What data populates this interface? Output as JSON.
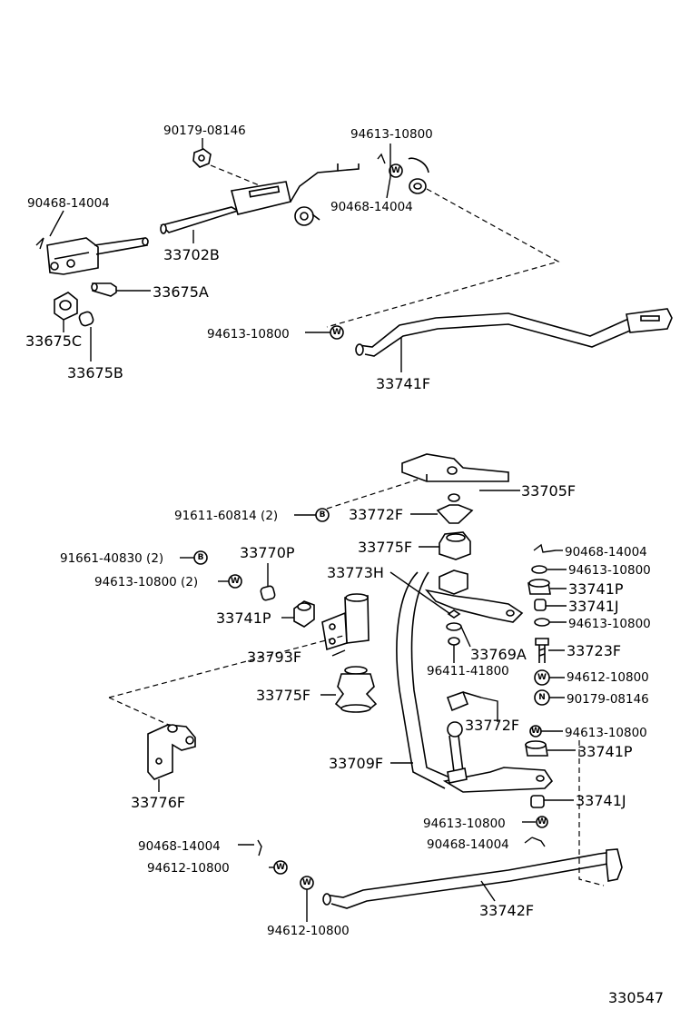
{
  "diagram_id": "330547",
  "symbols": {
    "W": "W",
    "B": "B",
    "N": "N"
  },
  "labels": {
    "p90179_08146_top": "90179-08146",
    "p94613_10800_topright": "94613-10800",
    "p90468_14004_left": "90468-14004",
    "p90468_14004_topright": "90468-14004",
    "p33702B": "33702B",
    "p33675A": "33675A",
    "p33675C": "33675C",
    "p33675B": "33675B",
    "p94613_10800_mid": "94613-10800",
    "p33741F": "33741F",
    "p33705F": "33705F",
    "p91611_60814": "91611-60814 (2)",
    "p33772F_top": "33772F",
    "p33775F_top": "33775F",
    "p91661_40830": "91661-40830 (2)",
    "p33770P": "33770P",
    "p94613_10800_2": "94613-10800 (2)",
    "p33773H": "33773H",
    "p33741P_left": "33741P",
    "p33769A": "33769A",
    "p96411_41800": "96411-41800",
    "p33793F": "33793F",
    "p33775F_mid": "33775F",
    "p33772F_mid": "33772F",
    "p33709F": "33709F",
    "p33776F": "33776F",
    "r90468_14004": "90468-14004",
    "r94613_10800_a": "94613-10800",
    "r33741P_a": "33741P",
    "r33741J_a": "33741J",
    "r94613_10800_b": "94613-10800",
    "r33723F": "33723F",
    "r94612_10800": "94612-10800",
    "r90179_08146": "90179-08146",
    "r94613_10800_c": "94613-10800",
    "r33741P_b": "33741P",
    "r33741J_b": "33741J",
    "b94613_10800": "94613-10800",
    "b90468_14004_r": "90468-14004",
    "b90468_14004_l": "90468-14004",
    "b94612_10800_l": "94612-10800",
    "b94612_10800_b": "94612-10800",
    "b33742F": "33742F"
  }
}
